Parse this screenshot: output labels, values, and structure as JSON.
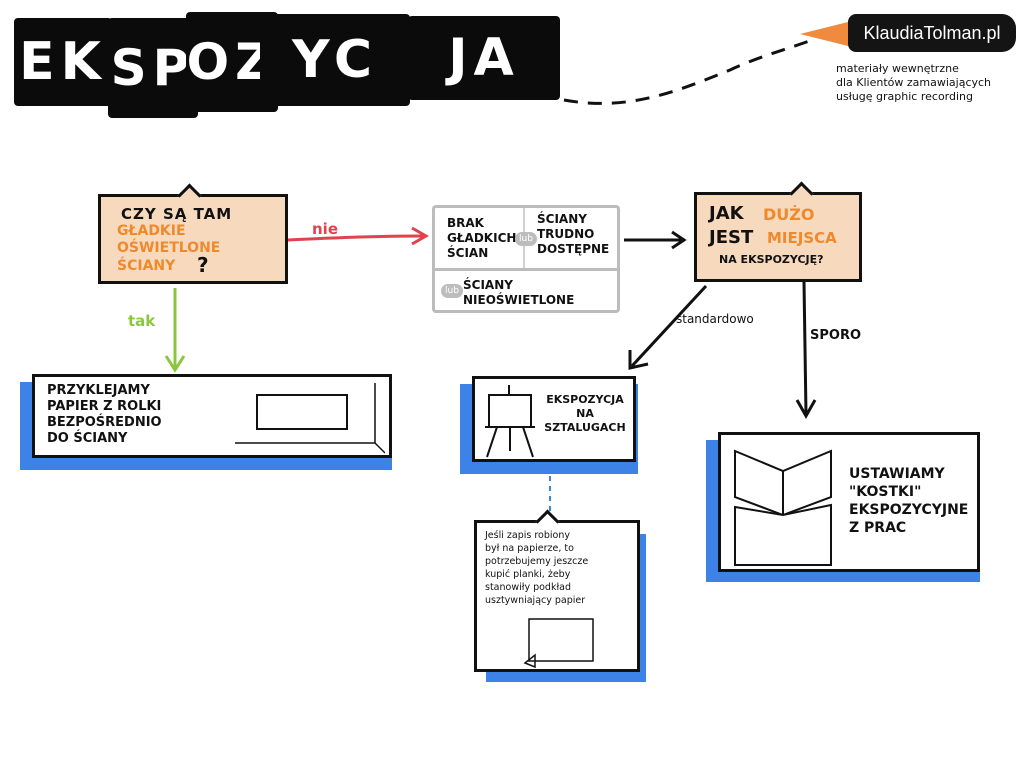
{
  "title": {
    "parts": [
      "EK",
      "SP",
      "OZ",
      "YC",
      "JA"
    ]
  },
  "author": {
    "brand": "KlaudiaTolman.pl",
    "note_lines": [
      "materiały wewnętrzne",
      "dla Klientów zamawiających",
      "usługę graphic recording"
    ]
  },
  "question1": {
    "line1": "CZY SĄ TAM",
    "line2": "GŁADKIE",
    "line3": "OŚWIETLONE",
    "line4": "ŚCIANY",
    "qmark": "?"
  },
  "edges": {
    "nie": "nie",
    "tak": "tak",
    "standardowo": "standardowo",
    "sporo": "SPORO"
  },
  "reasons": {
    "a": [
      "BRAK",
      "GŁADKICH",
      "ŚCIAN"
    ],
    "b": [
      "ŚCIANY",
      "TRUDNO",
      "DOSTĘPNE"
    ],
    "c": [
      "ŚCIANY",
      "NIEOŚWIETLONE"
    ],
    "lub": "lub"
  },
  "question2": {
    "w1": "JAK",
    "w2": "DUŻO",
    "w3": "JEST",
    "w4": "MIEJSCA",
    "w5": "NA EKSPOZYCJĘ?"
  },
  "card_wall": {
    "lines": [
      "PRZYKLEJAMY",
      "PAPIER Z ROLKI",
      "BEZPOŚREDNIO",
      "DO ŚCIANY"
    ]
  },
  "card_easel": {
    "lines": [
      "EKSPOZYCJA",
      "NA",
      "SZTALUGACH"
    ]
  },
  "card_note": {
    "lines": [
      "Jeśli zapis robiony",
      "był na papierze, to",
      "potrzebujemy jeszcze",
      "kupić planki, żeby",
      "stanowiły podkład",
      "usztywniający papier"
    ]
  },
  "card_cubes": {
    "lines": [
      "USTAWIAMY",
      "\"KOSTKI\"",
      "EKSPOZYCYJNE",
      "Z PRAC"
    ]
  },
  "colors": {
    "orange_fill": "#f7d9bd",
    "orange_text": "#ef8a2c",
    "blue": "#3d82e6",
    "red_arrow": "#e0434b",
    "green_arrow": "#8cc63f",
    "grey": "#bcbcbc"
  }
}
